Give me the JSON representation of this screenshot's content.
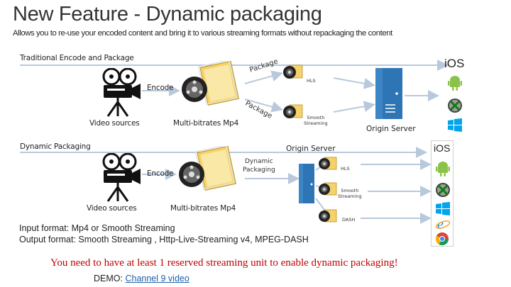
{
  "header": {
    "title": "New Feature - Dynamic packaging",
    "subtitle": "Allows you to re-use your encoded content and bring it to various streaming formats without repackaging the content"
  },
  "traditional": {
    "section_label": "Traditional Encode and Package",
    "encode_label": "Encode",
    "video_sources_label": "Video sources",
    "multibitrate_label": "Multi-bitrates Mp4",
    "package_top": "Package",
    "package_bottom": "Package",
    "hls_label": "HLS",
    "smooth_label_1": "Smooth",
    "smooth_label_2": "Streaming",
    "origin_label": "Origin Server"
  },
  "dynamic": {
    "section_label": "Dynamic Packaging",
    "origin_label": "Origin Server",
    "dynamic_pkg_1": "Dynamic",
    "dynamic_pkg_2": "Packaging",
    "encode_label": "Encode",
    "video_sources_label": "Video sources",
    "multibitrate_label": "Multi-bitrates Mp4",
    "hls_label": "HLS",
    "smooth_label_1": "Smooth",
    "smooth_label_2": "Streaming",
    "dash_label": "DASH"
  },
  "platforms": {
    "ios_label": "iOS",
    "icons": [
      "ios-logo-icon",
      "android-icon",
      "xbox-icon",
      "windows-icon",
      "ie-icon",
      "chrome-icon"
    ]
  },
  "formats": {
    "input": "Input format: Mp4 or Smooth Streaming",
    "output": "Output format: Smooth Streaming , Http-Live-Streaming v4, MPEG-DASH"
  },
  "warning": "You need to have at least 1 reserved streaming unit to enable dynamic packaging!",
  "demo": {
    "prefix": "DEMO:",
    "link_text": "Channel 9 video"
  },
  "colors": {
    "arrow": "#b8c9dc",
    "server": "#2e75b6",
    "warning": "#c00000",
    "link": "#1f5fa8",
    "android": "#8bc34a",
    "xbox": "#107c10",
    "windows": "#00a4ef"
  }
}
